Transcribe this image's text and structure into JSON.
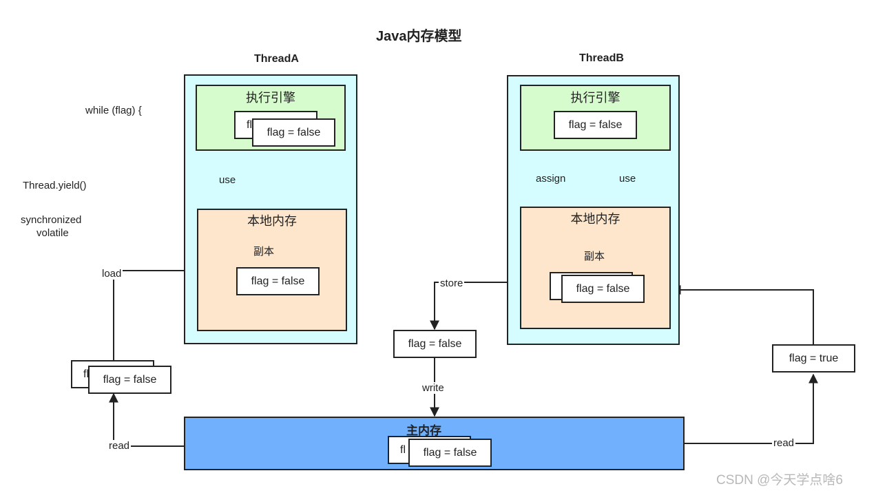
{
  "title": "Java内存模型",
  "left_notes": {
    "while_loop": "while (flag) {",
    "thread_yield": "Thread.yield()",
    "synchronized": "synchronized",
    "volatile": "volatile"
  },
  "thread_a": {
    "name": "ThreadA",
    "engine_title": "执行引擎",
    "engine_flag_back": "fla",
    "engine_flag": "flag = false",
    "local_title": "本地内存",
    "copy_label": "副本",
    "local_flag": "flag = false",
    "use_label": "use"
  },
  "thread_b": {
    "name": "ThreadB",
    "engine_title": "执行引擎",
    "engine_flag": "flag = false",
    "local_title": "本地内存",
    "copy_label": "副本",
    "local_flag": "flag = false",
    "assign_label": "assign",
    "use_label": "use"
  },
  "main_memory": {
    "title": "主内存",
    "flag_back": "fl",
    "flag": "flag = false"
  },
  "operations": {
    "load": "load",
    "read_left": "read",
    "store": "store",
    "write": "write",
    "read_right": "read"
  },
  "transit": {
    "left_flag_back": "fl",
    "left_flag": "flag = false",
    "store_flag": "flag = false",
    "right_flag": "flag = true"
  },
  "watermark": "CSDN @今天学点啥6",
  "colors": {
    "thread_bg": "#d5fdff",
    "engine_bg": "#d6fccd",
    "local_bg": "#fde6cc",
    "main_bg": "#70b0fd",
    "line": "#222222"
  }
}
